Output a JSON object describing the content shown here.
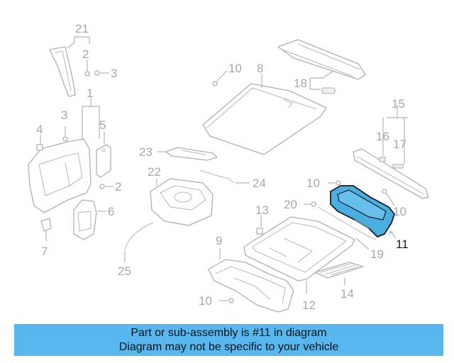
{
  "callouts": {
    "c1": "1",
    "c2a": "2",
    "c2b": "2",
    "c3a": "3",
    "c3b": "3",
    "c4": "4",
    "c5": "5",
    "c6": "6",
    "c7": "7",
    "c8": "8",
    "c9": "9",
    "c10a": "10",
    "c10b": "10",
    "c10c": "10",
    "c10d": "10",
    "c11": "11",
    "c12": "12",
    "c13": "13",
    "c14": "14",
    "c15": "15",
    "c16": "16",
    "c17": "17",
    "c18": "18",
    "c19": "19",
    "c20": "20",
    "c21": "21",
    "c22": "22",
    "c23": "23",
    "c24": "24",
    "c25": "25"
  },
  "highlighted_part": "11",
  "colors": {
    "highlight_fill": "#4aaee0",
    "banner_bg": "#58b7ef",
    "line_gray": "#b0b0b0"
  },
  "banner": {
    "line1": "Part or sub-assembly is #11 in diagram",
    "line2": "Diagram may not be specific to your vehicle"
  }
}
